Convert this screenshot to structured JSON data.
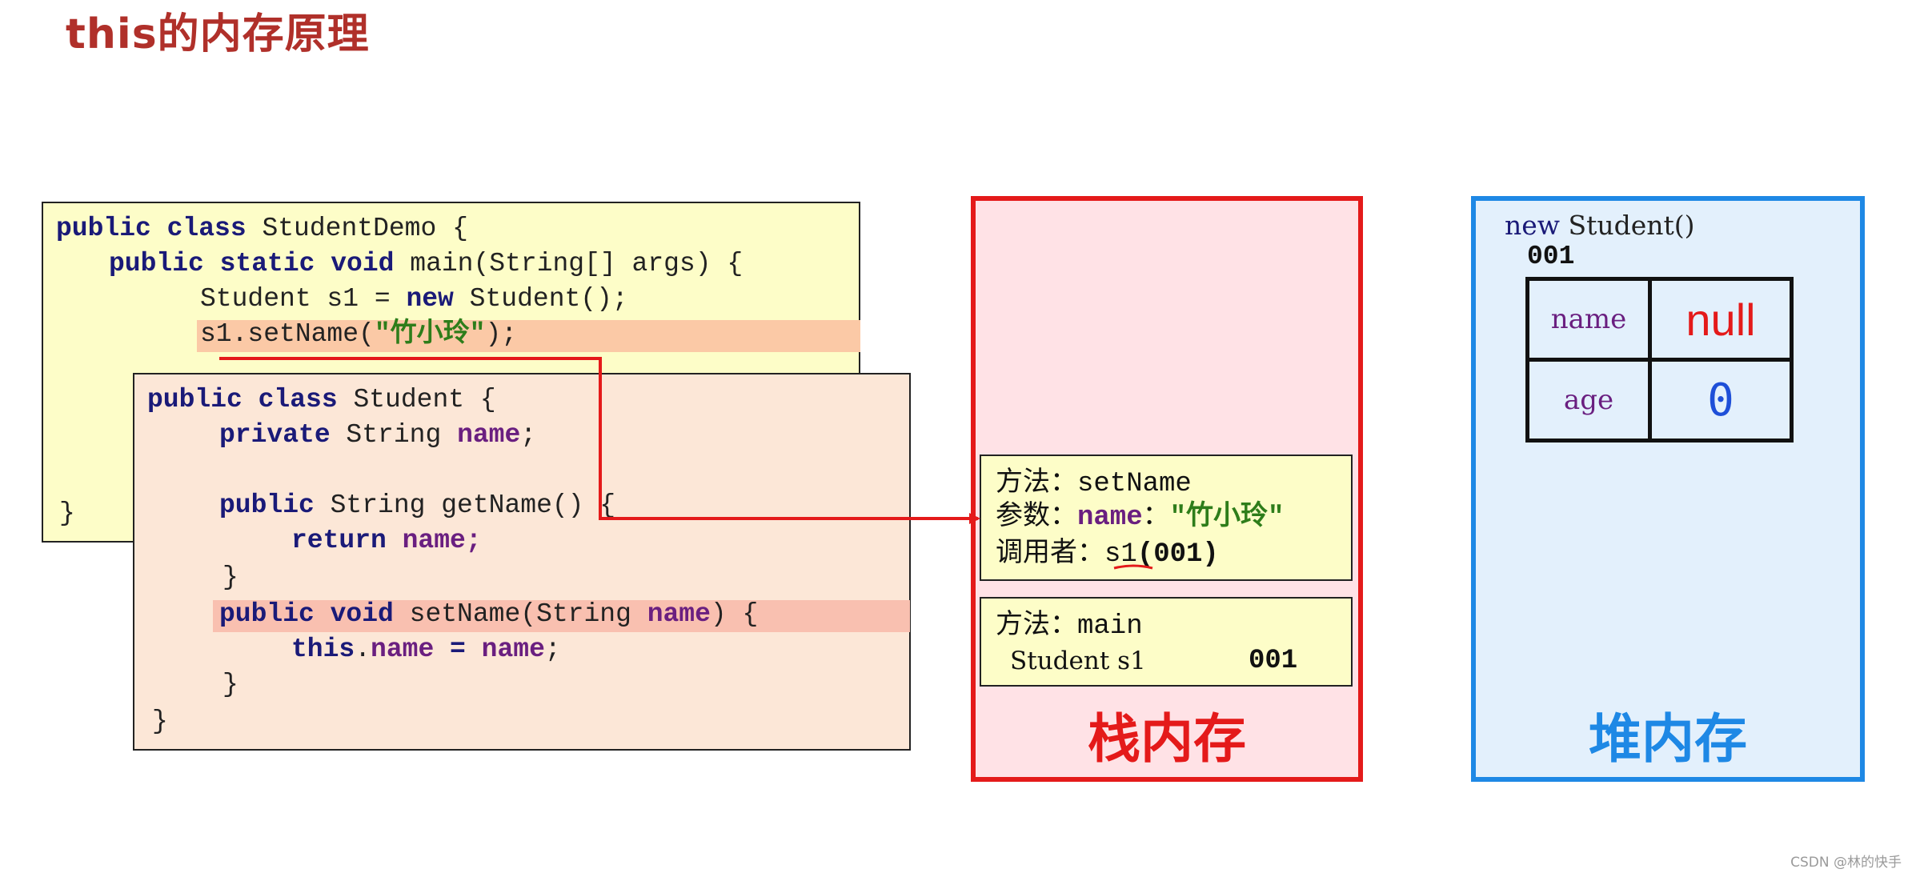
{
  "title": "this的内存原理",
  "demo_code": {
    "line1": {
      "kw": "public class",
      "rest": " StudentDemo {"
    },
    "line2": {
      "kw": "public static void",
      "rest": " main(String[] args) {"
    },
    "line3": {
      "pre": "Student s1 = ",
      "kw": "new",
      "post": " Student();"
    },
    "line4": {
      "pre": "s1.setName(",
      "str": "\"竹小玲\"",
      "post": ");"
    },
    "line_close": "}"
  },
  "student_code": {
    "line1": {
      "kw": "public class",
      "rest": " Student {"
    },
    "line2": {
      "kw": "private",
      "mid": " String ",
      "fld": "name",
      "post": ";"
    },
    "line3": {
      "kw": "public",
      "mid": " String getName() {"
    },
    "line4": {
      "kw": "return",
      "fld": " name;"
    },
    "line5": "}",
    "line6": {
      "kw": "public void",
      "mid": " setName(String ",
      "fld": "name",
      "post": ") {"
    },
    "line7": {
      "kw": "this",
      "dot": ".",
      "fld1": "name",
      "eq": " = ",
      "fld2": "name",
      "post": ";"
    },
    "line8": "}",
    "line9": "}"
  },
  "stack": {
    "label": "栈内存",
    "frame_setname": {
      "method_label": "方法：",
      "method_name": "setName",
      "param_label": "参数：",
      "param_name": "name",
      "param_sep": "：",
      "param_value": "\"竹小玲\"",
      "caller_label": "调用者：",
      "caller_var": "s1",
      "caller_addr": "(001)"
    },
    "frame_main": {
      "method_label": "方法：",
      "method_name": "main",
      "var_decl": "Student s1",
      "var_value": "001"
    }
  },
  "heap": {
    "label": "堆内存",
    "object_caption_kw": "new",
    "object_caption_rest": " Student()",
    "address": "001",
    "fields": [
      {
        "name": "name",
        "value": "null",
        "value_color": "#e41a1a"
      },
      {
        "name": "age",
        "value": "0",
        "value_color": "#1e4fd8"
      }
    ]
  },
  "colors": {
    "title": "#b0302a",
    "stack_border": "#e41a1a",
    "heap_border": "#1e88e5",
    "arrow": "#e41a1a",
    "keyword": "#1a1a78",
    "field": "#6a1f80",
    "string": "#2e7d1a"
  },
  "watermark": "CSDN @林的快手"
}
